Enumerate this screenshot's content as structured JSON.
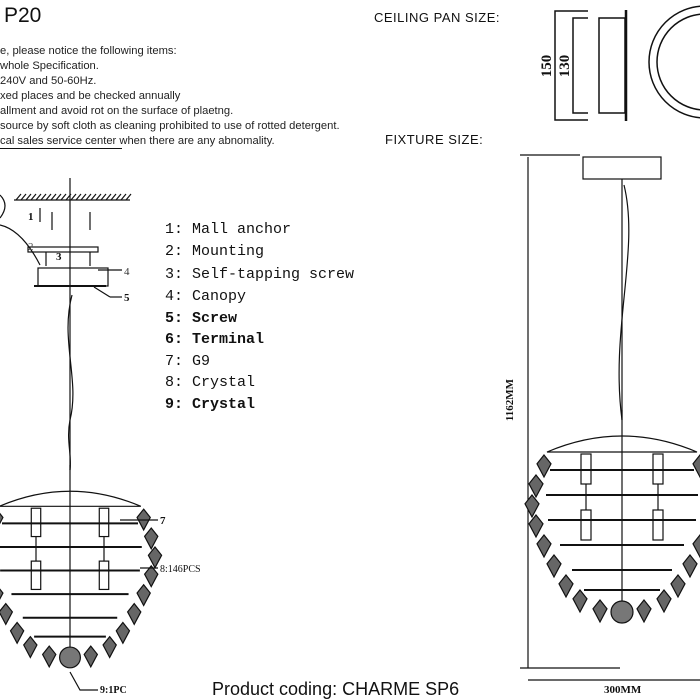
{
  "header": {
    "model_fragment": "P20",
    "ceiling_pan_label": "CEILING PAN  SIZE:",
    "fixture_size_label": "FIXTURE SIZE:"
  },
  "notes": [
    "e, please notice the following items:",
    "whole Specification.",
    "240V and 50-60Hz.",
    "xed places and be checked annually",
    "allment and avoid rot on the surface of plaetng.",
    "source by soft cloth as cleaning prohibited to use of rotted detergent.",
    "cal sales service center when there are any abnomality."
  ],
  "parts": [
    {
      "text": "1: Mall anchor",
      "bold": false
    },
    {
      "text": "2: Mounting",
      "bold": false
    },
    {
      "text": "3: Self-tapping screw",
      "bold": false
    },
    {
      "text": "4: Canopy",
      "bold": false
    },
    {
      "text": "5: Screw",
      "bold": true
    },
    {
      "text": "6: Terminal",
      "bold": true
    },
    {
      "text": "7: G9",
      "bold": false
    },
    {
      "text": "8: Crystal",
      "bold": false
    },
    {
      "text": "9: Crystal",
      "bold": true
    }
  ],
  "callouts": {
    "c1": "1",
    "c2": "2",
    "c3": "3",
    "c4": "4",
    "c5": "5",
    "c7": "7",
    "c8": "8:146PCS",
    "c9": "9:1PC"
  },
  "dimensions": {
    "pan_outer": "150",
    "pan_inner": "130",
    "height": "1162MM",
    "width": "300MM"
  },
  "footer": {
    "product_coding": "Product coding: CHARME SP6"
  }
}
